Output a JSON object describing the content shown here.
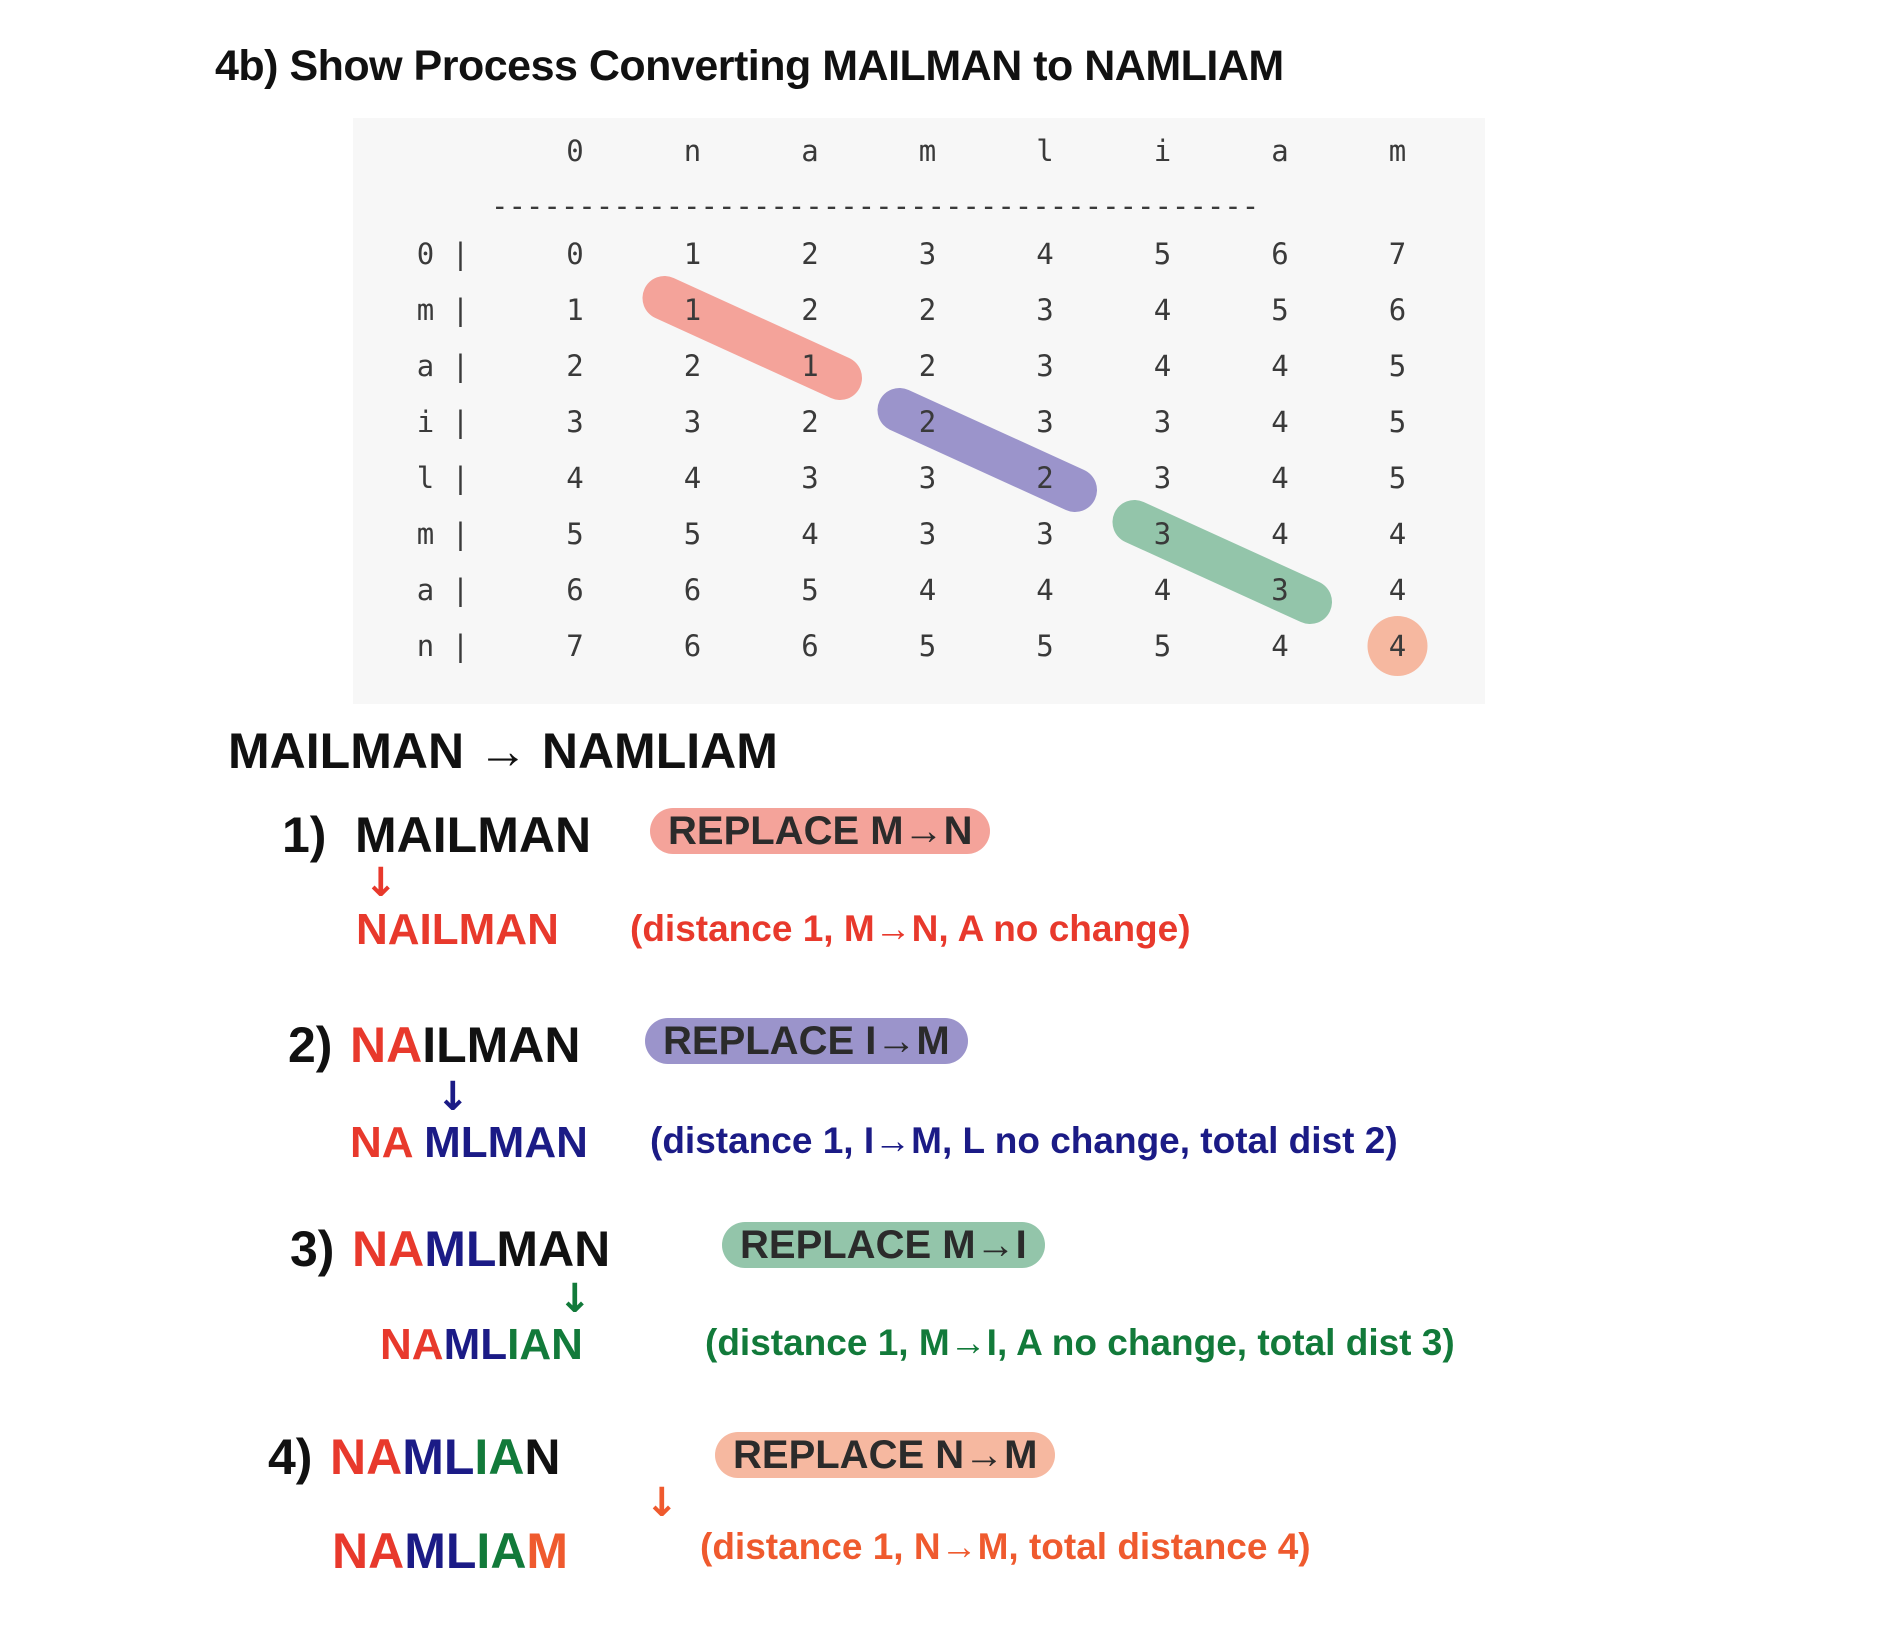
{
  "heading": "4b) Show Process Converting MAILMAN to NAMLIAM",
  "matrix": {
    "col_headers": [
      "0",
      "n",
      "a",
      "m",
      "l",
      "i",
      "a",
      "m"
    ],
    "divider": "--------------------------------------------",
    "rows": [
      {
        "label": "0 |",
        "cells": [
          "0",
          "1",
          "2",
          "3",
          "4",
          "5",
          "6",
          "7"
        ]
      },
      {
        "label": "m |",
        "cells": [
          "1",
          "1",
          "2",
          "2",
          "3",
          "4",
          "5",
          "6"
        ]
      },
      {
        "label": "a |",
        "cells": [
          "2",
          "2",
          "1",
          "2",
          "3",
          "4",
          "4",
          "5"
        ]
      },
      {
        "label": "i |",
        "cells": [
          "3",
          "3",
          "2",
          "2",
          "3",
          "3",
          "4",
          "5"
        ]
      },
      {
        "label": "l |",
        "cells": [
          "4",
          "4",
          "3",
          "3",
          "2",
          "3",
          "4",
          "5"
        ]
      },
      {
        "label": "m |",
        "cells": [
          "5",
          "5",
          "4",
          "3",
          "3",
          "3",
          "4",
          "4"
        ]
      },
      {
        "label": "a |",
        "cells": [
          "6",
          "6",
          "5",
          "4",
          "4",
          "4",
          "3",
          "4"
        ]
      },
      {
        "label": "n |",
        "cells": [
          "7",
          "6",
          "6",
          "5",
          "5",
          "5",
          "4",
          "4"
        ]
      }
    ],
    "highlights": [
      {
        "from_row": 1,
        "from_col": 1,
        "to_row": 2,
        "to_col": 2,
        "color": "#f4a39a"
      },
      {
        "from_row": 3,
        "from_col": 3,
        "to_row": 4,
        "to_col": 4,
        "color": "#9b94cb"
      },
      {
        "from_row": 5,
        "from_col": 5,
        "to_row": 6,
        "to_col": 6,
        "color": "#93c5aa"
      },
      {
        "from_row": 7,
        "from_col": 7,
        "to_row": 7,
        "to_col": 7,
        "color": "#f6b8a0"
      }
    ]
  },
  "summary": "MAILMAN → NAMLIAM",
  "steps": [
    {
      "number": "1)",
      "word": [
        {
          "t": "MAILMAN",
          "c": "black"
        }
      ],
      "tag": "REPLACE M→N",
      "tag_color": "#f4a39a",
      "arrow": "↓",
      "arrow_color": "#e8392c",
      "result": [
        {
          "t": "N",
          "c": "red"
        },
        {
          "t": "AILMAN",
          "c": "red"
        }
      ],
      "note": "(distance 1, M→N, A no change)",
      "note_color": "red"
    },
    {
      "number": "2)",
      "word": [
        {
          "t": "NA",
          "c": "red"
        },
        {
          "t": "ILMAN",
          "c": "black"
        }
      ],
      "tag": "REPLACE I→M",
      "tag_color": "#9b94cb",
      "arrow": "↓",
      "arrow_color": "#1b1b86",
      "result": [
        {
          "t": "NA ",
          "c": "red"
        },
        {
          "t": "MLMAN",
          "c": "navy"
        }
      ],
      "note": "(distance 1, I→M, L no change, total dist 2)",
      "note_color": "navy"
    },
    {
      "number": "3)",
      "word": [
        {
          "t": "NA",
          "c": "red"
        },
        {
          "t": "ML",
          "c": "navy"
        },
        {
          "t": "MAN",
          "c": "black"
        }
      ],
      "tag": "REPLACE M→I",
      "tag_color": "#93c5aa",
      "arrow": "↓",
      "arrow_color": "#127a3a",
      "result": [
        {
          "t": "NA",
          "c": "red"
        },
        {
          "t": "ML",
          "c": "navy"
        },
        {
          "t": "IAN",
          "c": "green"
        }
      ],
      "note": "(distance 1, M→I, A no change, total dist 3)",
      "note_color": "green"
    },
    {
      "number": "4)",
      "word": [
        {
          "t": "NA",
          "c": "red"
        },
        {
          "t": "ML",
          "c": "navy"
        },
        {
          "t": "IA",
          "c": "green"
        },
        {
          "t": "N",
          "c": "black"
        }
      ],
      "tag": "REPLACE N→M",
      "tag_color": "#f6b8a0",
      "arrow": "↓",
      "arrow_color": "#ef5a2e",
      "result": [
        {
          "t": "NA",
          "c": "red"
        },
        {
          "t": "ML",
          "c": "navy"
        },
        {
          "t": "IA",
          "c": "green"
        },
        {
          "t": "M",
          "c": "orange"
        }
      ],
      "note": "(distance 1, N→M, total distance 4)",
      "note_color": "orange"
    }
  ]
}
